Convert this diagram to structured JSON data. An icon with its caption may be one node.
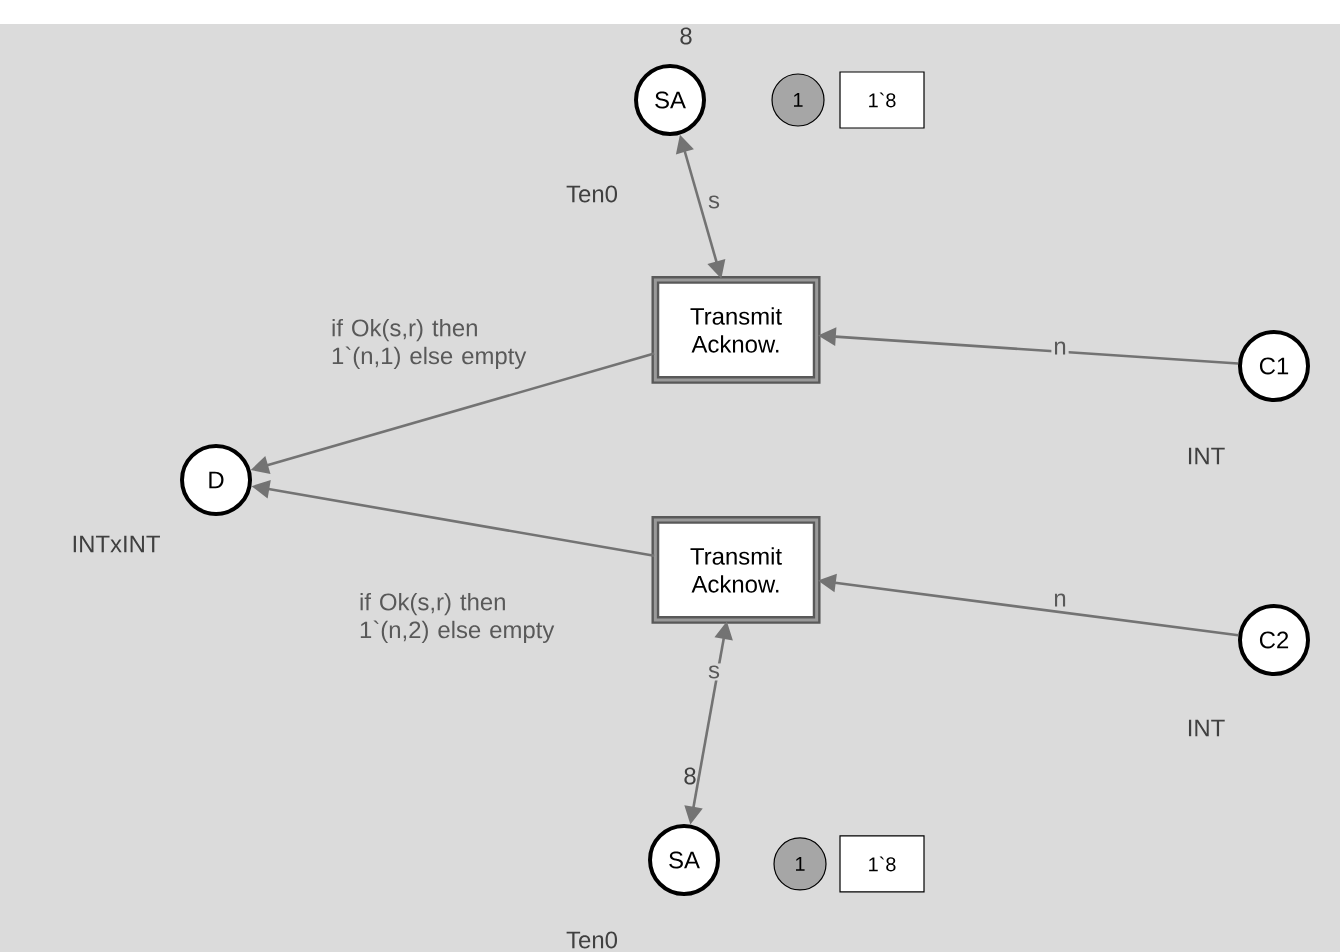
{
  "diagram": {
    "nodes": [
      {
        "text": [
          "SA"
        ],
        "beside": [
          "8",
          "Ten0"
        ]
      },
      {
        "text": [
          "1"
        ]
      },
      {
        "text": [
          "1`8"
        ]
      },
      {
        "text": [
          "Transmit Acknow."
        ]
      },
      {
        "text": [
          "C1"
        ],
        "beside": [
          "INT"
        ]
      },
      {
        "text": [
          "D"
        ],
        "beside": [
          "INTxINT"
        ]
      },
      {
        "text": [
          "Transmit Acknow."
        ]
      },
      {
        "text": [
          "C2"
        ],
        "beside": [
          "INT"
        ]
      },
      {
        "text": [
          "SA"
        ],
        "beside": [
          "8",
          "Ten0"
        ]
      },
      {
        "text": [
          "1"
        ]
      },
      {
        "text": [
          "1`8"
        ]
      }
    ],
    "edges": [
      {
        "from": 0,
        "to": 3,
        "arrow": "both",
        "label": "s"
      },
      {
        "from": 4,
        "to": 3,
        "arrow": "to",
        "label": "n"
      },
      {
        "from": 3,
        "to": 5,
        "arrow": "to",
        "label": "if Ok(s,r) then 1`(n,1) else empty"
      },
      {
        "from": 6,
        "to": 5,
        "arrow": "to",
        "label": "if Ok(s,r) then 1`(n,2) else empty"
      },
      {
        "from": 7,
        "to": 6,
        "arrow": "to",
        "label": "n"
      },
      {
        "from": 6,
        "to": 8,
        "arrow": "both",
        "label": "s"
      }
    ]
  }
}
